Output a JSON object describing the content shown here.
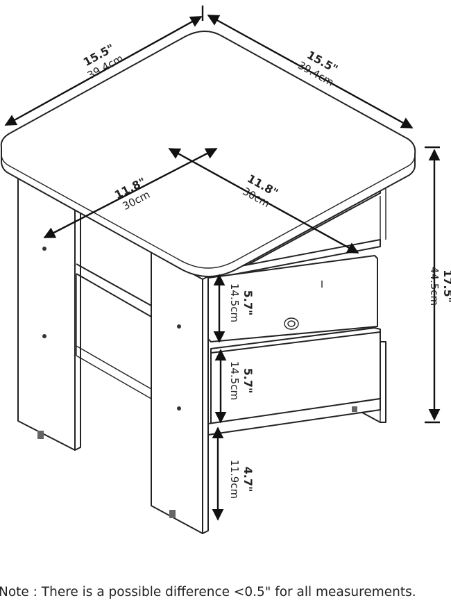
{
  "dimensions": {
    "top_width_left": {
      "inch": "15.5\"",
      "cm": "39.4cm"
    },
    "top_width_right": {
      "inch": "15.5\"",
      "cm": "39.4cm"
    },
    "inner_left": {
      "inch": "11.8\"",
      "cm": "30cm"
    },
    "inner_right": {
      "inch": "11.8\"",
      "cm": "30cm"
    },
    "height": {
      "inch": "17.5\"",
      "cm": "44.5cm"
    },
    "drawer_upper": {
      "inch": "5.7\"",
      "cm": "14.5cm"
    },
    "drawer_lower": {
      "inch": "5.7\"",
      "cm": "14.5cm"
    },
    "clearance": {
      "inch": "4.7\"",
      "cm": "11.9cm"
    }
  },
  "note": "Note : There is a possible difference <0.5\" for all measurements."
}
